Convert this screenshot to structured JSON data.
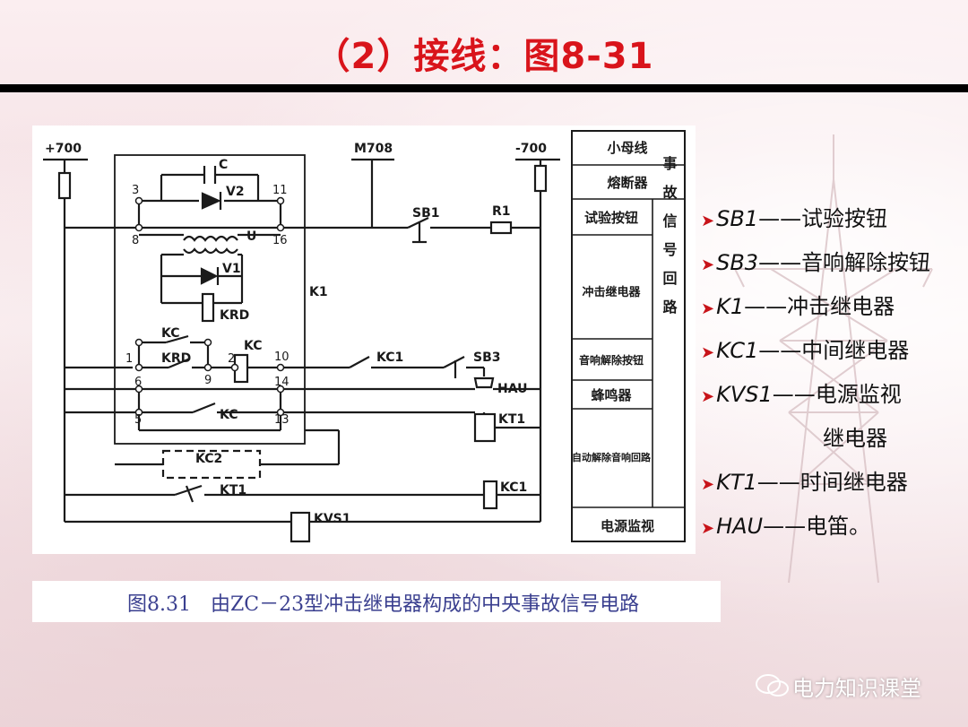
{
  "title": "（2）接线：图8-31",
  "diagram": {
    "bus_pos": "+700",
    "bus_neg": "-700",
    "m708": "M708",
    "components": {
      "c": "C",
      "v2": "V2",
      "u": "U",
      "v1": "V1",
      "krd": "KRD",
      "k1": "K1",
      "kc_contact": "KC",
      "krd_contact": "KRD",
      "kc_coil": "KC",
      "kc_second": "KC",
      "kc2": "KC2",
      "kt1_contact": "KT1",
      "kvs1": "KVS1",
      "sb1": "SB1",
      "r1": "R1",
      "kc1_contact": "KC1",
      "sb3": "SB3",
      "hau": "HAU",
      "kt1_coil": "KT1",
      "kc1_coil": "KC1"
    },
    "terminals": {
      "t3": "3",
      "t8": "8",
      "t11": "11",
      "t16": "16",
      "t1": "1",
      "t2": "2",
      "t9": "9",
      "t10": "10",
      "t6": "6",
      "t14": "14",
      "t5": "5",
      "t13": "13"
    },
    "side_table": {
      "row1": "小母线",
      "row2": "熔断器",
      "row3": "试验按钮",
      "row4": "冲击继电器",
      "row5": "音响解除按钮",
      "row6": "蜂鸣器",
      "row7": "自动解除音响回路",
      "row8": "电源监视",
      "vertical": "事故信号回路"
    }
  },
  "caption": "图8.31　由ZC－23型冲击继电器构成的中央事故信号电路",
  "legend": [
    {
      "code": "SB1",
      "desc": "——试验按钮"
    },
    {
      "code": "SB3",
      "desc": "——音响解除按钮"
    },
    {
      "code": "K1",
      "desc": "——冲击继电器"
    },
    {
      "code": "KC1",
      "desc": "——中间继电器"
    },
    {
      "code": "KVS1",
      "desc": "——电源监视"
    },
    {
      "code": "KT1",
      "desc": "——时间继电器"
    },
    {
      "code": "HAU",
      "desc": "——电笛。"
    }
  ],
  "legend_continuation": "继电器",
  "watermark": "电力知识课堂",
  "colors": {
    "title": "#d9141b",
    "caption": "#3a3f8f",
    "bullet": "#c8141a"
  }
}
